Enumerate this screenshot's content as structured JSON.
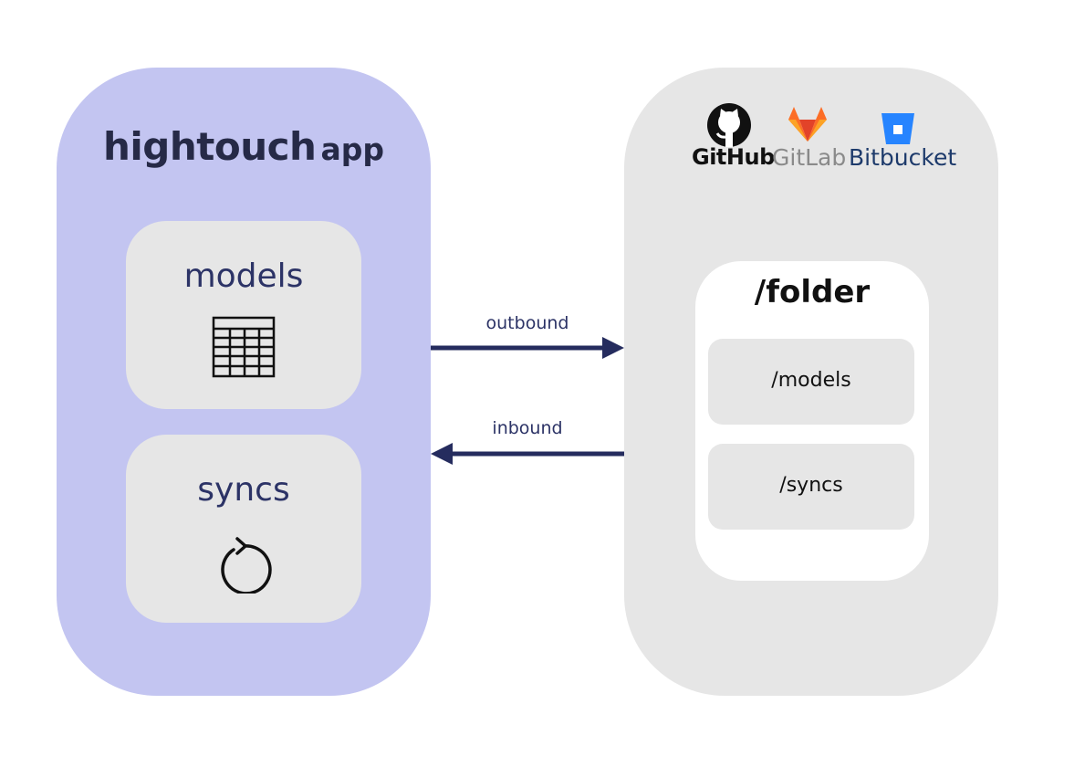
{
  "app": {
    "brand": "hightouch",
    "suffix": "app"
  },
  "models_card": {
    "label": "models",
    "icon": "table-icon"
  },
  "syncs_card": {
    "label": "syncs",
    "icon": "refresh-icon"
  },
  "providers": [
    {
      "name": "GitHub",
      "icon": "github-icon"
    },
    {
      "name": "GitLab",
      "icon": "gitlab-icon"
    },
    {
      "name": "Bitbucket",
      "icon": "bitbucket-icon"
    }
  ],
  "folder": {
    "title": "/folder",
    "items": [
      "/models",
      "/syncs"
    ]
  },
  "flows": {
    "outbound": "outbound",
    "inbound": "inbound"
  },
  "colors": {
    "app_panel": "#c3c5f1",
    "repo_panel": "#e6e6e6",
    "arrow": "#252c5e",
    "accent_text": "#2c3366"
  }
}
